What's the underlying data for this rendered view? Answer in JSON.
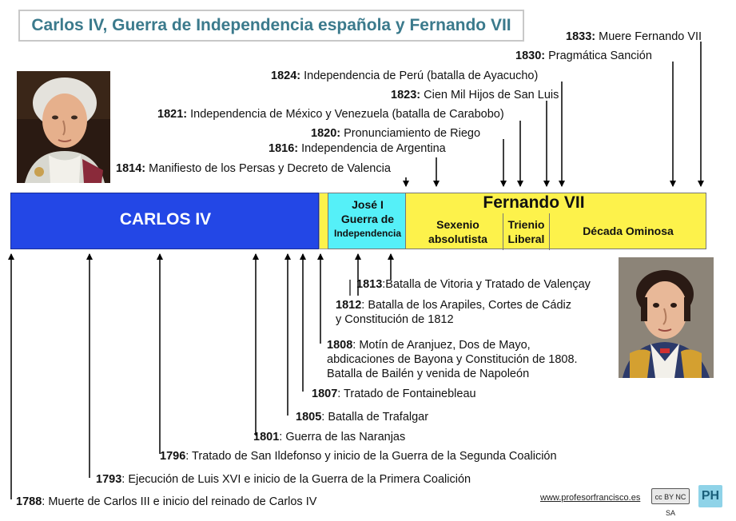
{
  "title": "Carlos IV, Guerra de Independencia española y Fernando VII",
  "timeline": {
    "segments": {
      "carlos_iv": "CARLOS IV",
      "jose_i": "José I",
      "guerra": "Guerra de",
      "independencia": "Independencia",
      "fernando_vii": "Fernando VII",
      "sexenio_1": "Sexenio",
      "sexenio_2": "absolutista",
      "trienio_1": "Trienio",
      "trienio_2": "Liberal",
      "decada": "Década Ominosa"
    },
    "colors": {
      "carlos_iv": "#2347e6",
      "jose_i": "#55f0f8",
      "fernando_vii": "#fdf24b",
      "title": "#3b7a8c"
    }
  },
  "events_above": [
    {
      "year": "1833:",
      "text": " Muere Fernando VII"
    },
    {
      "year": "1830:",
      "text": " Pragmática Sanción"
    },
    {
      "year": "1824:",
      "text": " Independencia de Perú (batalla de Ayacucho)"
    },
    {
      "year": "1823:",
      "text": " Cien Mil Hijos de San Luis"
    },
    {
      "year": "1821:",
      "text": " Independencia de México y Venezuela (batalla de Carabobo)"
    },
    {
      "year": "1820:",
      "text": " Pronunciamiento de Riego"
    },
    {
      "year": "1816:",
      "text": " Independencia de Argentina"
    },
    {
      "year": "1814:",
      "text": " Manifiesto de los Persas y Decreto de Valencia"
    }
  ],
  "events_below": [
    {
      "year": "1813",
      "text": ":Batalla de Vitoria y Tratado de Valençay"
    },
    {
      "year": "1812",
      "text": ": Batalla de los Arapiles, Cortes de Cádiz",
      "text2": "y Constitución de 1812"
    },
    {
      "year": "1808",
      "text": ": Motín de Aranjuez, Dos de Mayo,",
      "text2": "abdicaciones de Bayona y Constitución de 1808.",
      "text3": "Batalla de Bailén y venida de Napoleón"
    },
    {
      "year": "1807",
      "text": ": Tratado de Fontainebleau"
    },
    {
      "year": "1805",
      "text": ": Batalla de Trafalgar"
    },
    {
      "year": "1801",
      "text": ": Guerra de las Naranjas"
    },
    {
      "year": "1796",
      "text": ": Tratado de San Ildefonso y  inicio de la Guerra de la Segunda Coalición"
    },
    {
      "year": "1793",
      "text": ": Ejecución de Luis XVI e inicio de la Guerra de la Primera Coalición"
    },
    {
      "year": "1788",
      "text": ": Muerte de Carlos III e inicio del reinado de Carlos IV"
    }
  ],
  "footer": {
    "url": "www.profesorfrancisco.es",
    "license": "cc BY NC SA",
    "logo": "PH"
  },
  "icons": {
    "portrait_left": "portrait-carlos-iv",
    "portrait_right": "portrait-fernando-vii",
    "license": "cc-license-badge",
    "logo": "ph-logo"
  }
}
